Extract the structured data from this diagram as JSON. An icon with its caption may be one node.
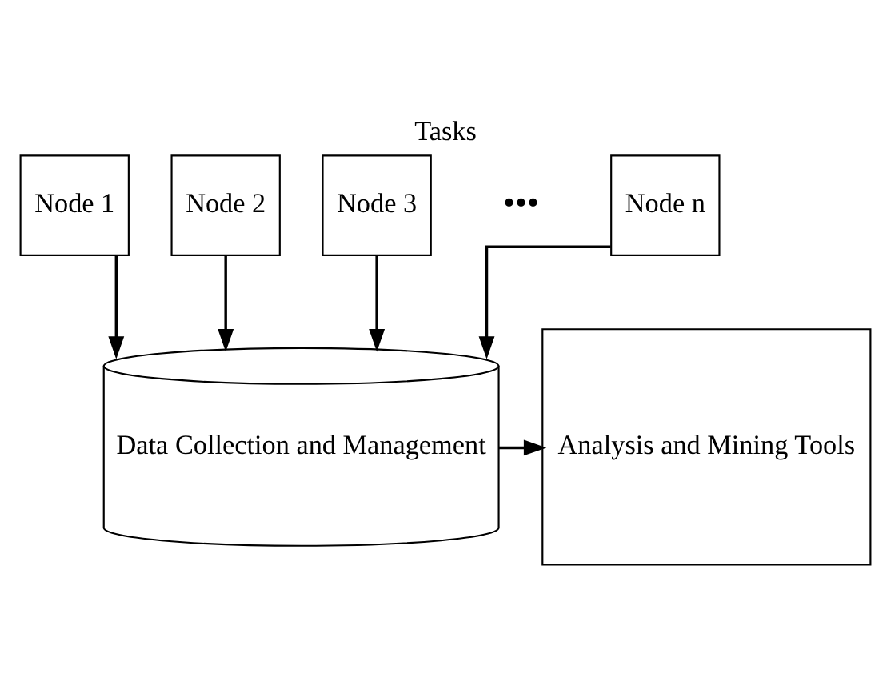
{
  "diagram": {
    "title": "Tasks",
    "nodes": [
      {
        "text": [
          "Node 1"
        ]
      },
      {
        "text": [
          "Node 2"
        ]
      },
      {
        "text": [
          "Node 3"
        ]
      },
      {
        "text": [
          "Node n"
        ]
      },
      {
        "text": [
          "Data Collection and Management"
        ]
      },
      {
        "text": [
          "Analysis and Mining Tools"
        ]
      }
    ],
    "edges": [
      {
        "from": 0,
        "to": 4,
        "arrow": "to"
      },
      {
        "from": 1,
        "to": 4,
        "arrow": "to"
      },
      {
        "from": 2,
        "to": 4,
        "arrow": "to"
      },
      {
        "from": 3,
        "to": 4,
        "arrow": "to"
      },
      {
        "from": 4,
        "to": 5,
        "arrow": "to"
      }
    ],
    "labels": [
      "•••"
    ]
  }
}
